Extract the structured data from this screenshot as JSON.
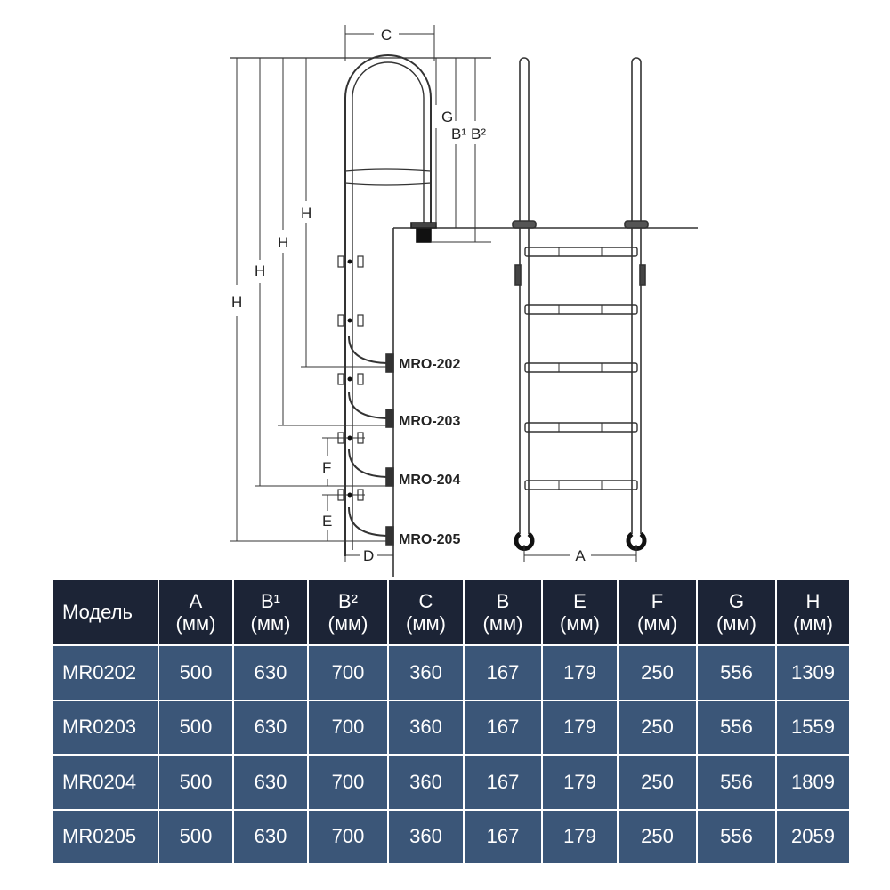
{
  "diagram": {
    "dimension_labels": {
      "a": "A",
      "b1": "B¹",
      "b2": "B²",
      "c": "C",
      "d": "D",
      "e": "E",
      "f": "F",
      "g": "G",
      "h": "H"
    },
    "models": [
      "MRO-202",
      "MRO-203",
      "MRO-204",
      "MRO-205"
    ]
  },
  "table": {
    "columns": [
      {
        "label": "Модель",
        "unit": ""
      },
      {
        "label": "A",
        "unit": "(мм)"
      },
      {
        "label": "B¹",
        "unit": "(мм)"
      },
      {
        "label": "B²",
        "unit": "(мм)"
      },
      {
        "label": "C",
        "unit": "(мм)"
      },
      {
        "label": "B",
        "unit": "(мм)"
      },
      {
        "label": "E",
        "unit": "(мм)"
      },
      {
        "label": "F",
        "unit": "(мм)"
      },
      {
        "label": "G",
        "unit": "(мм)"
      },
      {
        "label": "H",
        "unit": "(мм)"
      }
    ],
    "rows": [
      [
        "MR0202",
        "500",
        "630",
        "700",
        "360",
        "167",
        "179",
        "250",
        "556",
        "1309"
      ],
      [
        "MR0203",
        "500",
        "630",
        "700",
        "360",
        "167",
        "179",
        "250",
        "556",
        "1559"
      ],
      [
        "MR0204",
        "500",
        "630",
        "700",
        "360",
        "167",
        "179",
        "250",
        "556",
        "1809"
      ],
      [
        "MR0205",
        "500",
        "630",
        "700",
        "360",
        "167",
        "179",
        "250",
        "556",
        "2059"
      ]
    ],
    "colors": {
      "header_bg": "#1c2436",
      "row_bg": "#3b5678",
      "text": "#ffffff"
    }
  }
}
